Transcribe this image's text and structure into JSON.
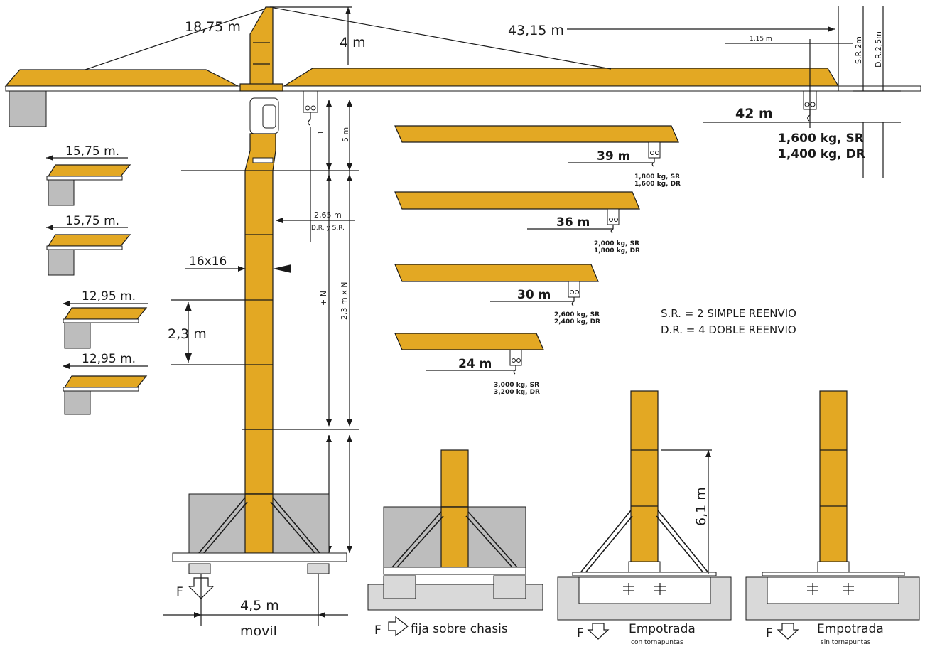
{
  "top": {
    "dim_rear_jib": "18,75 m",
    "dim_mast_top": "4 m",
    "dim_front_jib": "43,15 m",
    "dim_trolley_offset": "1,15 m",
    "dim_sr": "S.R.2m",
    "dim_dr": "D.R.2,5m",
    "main_reach": "42 m",
    "main_load_sr": "1,600 kg, SR",
    "main_load_dr": "1,400 kg, DR"
  },
  "mast": {
    "dim_1": "1",
    "dim_5m": "5 m",
    "dim_265": "2,65 m",
    "dim_265_note": "D.R. y S.R.",
    "section": "16x16",
    "dim_plus_n": "+ N",
    "dim_23_n": "2,3 m x N",
    "dim_23": "2,3 m"
  },
  "counter_jibs": [
    {
      "label": "15,75 m."
    },
    {
      "label": "15,75 m."
    },
    {
      "label": "12,95 m."
    },
    {
      "label": "12,95 m."
    }
  ],
  "jibs": [
    {
      "reach": "39 m",
      "load_sr": "1,800 kg, SR",
      "load_dr": "1,600 kg, DR"
    },
    {
      "reach": "36 m",
      "load_sr": "2,000 kg, SR",
      "load_dr": "1,800 kg, DR"
    },
    {
      "reach": "30 m",
      "load_sr": "2,600 kg, SR",
      "load_dr": "2,400 kg, DR"
    },
    {
      "reach": "24 m",
      "load_sr": "3,000 kg, SR",
      "load_dr": "3,200 kg, DR"
    }
  ],
  "legend": {
    "sr": "S.R. = 2 SIMPLE REENVIO",
    "dr": "D.R. = 4 DOBLE REENVIO"
  },
  "bases": {
    "force": "F",
    "movil_width": "4,5 m",
    "movil": "movil",
    "chasis": "fija sobre chasis",
    "embedded_height": "6,1 m",
    "emp1": "Empotrada",
    "emp1_sub": "con tornapuntas",
    "emp2": "Empotrada",
    "emp2_sub": "sin tornapuntas"
  },
  "colors": {
    "structure": "#e3a823",
    "ballast": "#bdbdbd",
    "foundation": "#d9d9d9"
  }
}
